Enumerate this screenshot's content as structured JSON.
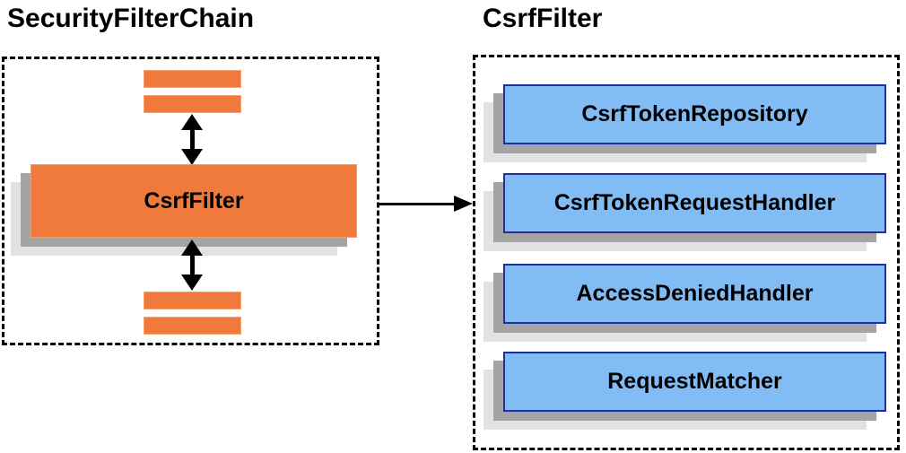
{
  "diagram": {
    "left_panel": {
      "title": "SecurityFilterChain",
      "csrf_filter_label": "CsrfFilter"
    },
    "right_panel": {
      "title": "CsrfFilter",
      "components": [
        {
          "label": "CsrfTokenRepository"
        },
        {
          "label": "CsrfTokenRequestHandler"
        },
        {
          "label": "AccessDeniedHandler"
        },
        {
          "label": "RequestMatcher"
        }
      ]
    },
    "icons": {
      "vertical_connector_top": "double-headed-arrow",
      "vertical_connector_bottom": "double-headed-arrow",
      "horizontal_connector": "right-arrow"
    },
    "colors": {
      "filter_orange": "#F0793C",
      "filter_orange_border": "#F29B6A",
      "component_blue_fill": "#81BCF5",
      "component_blue_border": "#1E2FA3",
      "shadow_mid": "#A4A4A4",
      "shadow_light": "#E2E2E2",
      "outline_black": "#000000",
      "background": "#FFFFFF"
    }
  }
}
